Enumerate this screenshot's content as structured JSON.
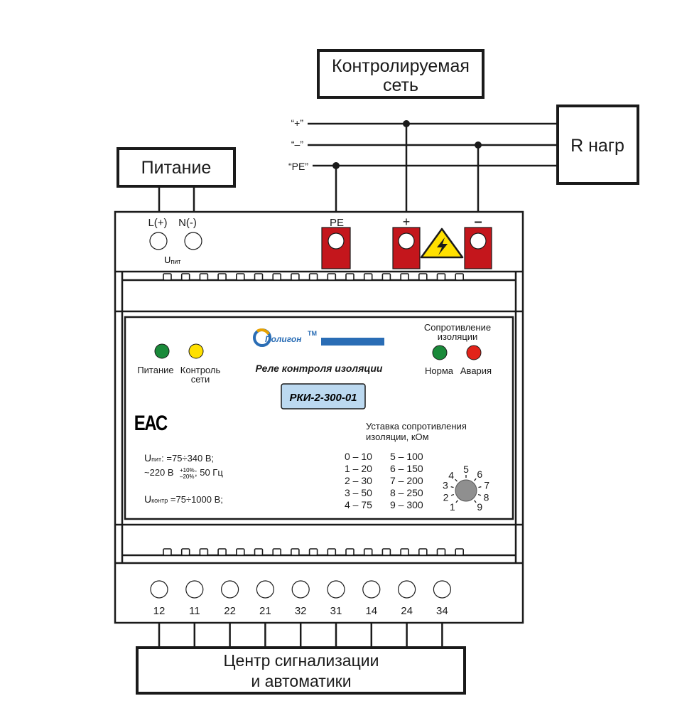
{
  "boxes": {
    "monitored_network_line1": "Контролируемая",
    "monitored_network_line2": "сеть",
    "load": "R нагр",
    "power": "Питание",
    "signal_center_line1": "Центр сигнализации",
    "signal_center_line2": "и автоматики"
  },
  "network_lines": {
    "plus": "“+”",
    "minus": "“–”",
    "pe": "“PE”"
  },
  "top_terminals": {
    "l_plus": "L(+)",
    "n_minus": "N(-)",
    "u_pit_main": "U",
    "u_pit_sub": "пит",
    "pe": "PE",
    "plus": "+",
    "minus": "–"
  },
  "front_panel": {
    "brand": "Полигон",
    "brand_tm": "TM",
    "product_name": "Реле контроля изоляции",
    "model": "РКИ-2-300-01",
    "cert_mark": "EAC",
    "led_power_label": "Питание",
    "led_network_label_line1": "Контроль",
    "led_network_label_line2": "сети",
    "resistance_header_line1": "Сопротивление",
    "resistance_header_line2": "изоляции",
    "led_norm_label": "Норма",
    "led_alarm_label": "Авария",
    "setting_header_line1": "Уставка сопротивления",
    "setting_header_line2": "изоляции, кОм",
    "setting_table": [
      "0 – 10",
      "5 – 100",
      "1 – 20",
      "6 – 150",
      "2 – 30",
      "7 – 200",
      "3 – 50",
      "8 – 250",
      "4 – 75",
      "9 – 300"
    ],
    "dial_numbers": [
      "1",
      "2",
      "3",
      "4",
      "5",
      "6",
      "7",
      "8",
      "9"
    ],
    "spec_u_pit_main": "U",
    "spec_u_pit_sub": "пит",
    "spec_line1_rest": ":  =75÷340 В;",
    "spec_line2_a": "~220 В",
    "spec_line2_sup": "+10%",
    "spec_line2_sub": "–20%",
    "spec_line2_b": "; 50 Гц",
    "spec_u_kontr_main": "U",
    "spec_u_kontr_sub": "контр",
    "spec_line3_rest": "  =75÷1000 В;"
  },
  "bottom_terminals": [
    "12",
    "11",
    "22",
    "21",
    "32",
    "31",
    "14",
    "24",
    "34"
  ],
  "colors": {
    "terminal_red": "#c4161c",
    "led_green": "#1a8a3a",
    "led_yellow": "#ffe000",
    "led_red": "#e2231a",
    "model_badge": "#bcd9f0",
    "brand_blue": "#2a6db5",
    "warning_yellow": "#ffe000"
  }
}
